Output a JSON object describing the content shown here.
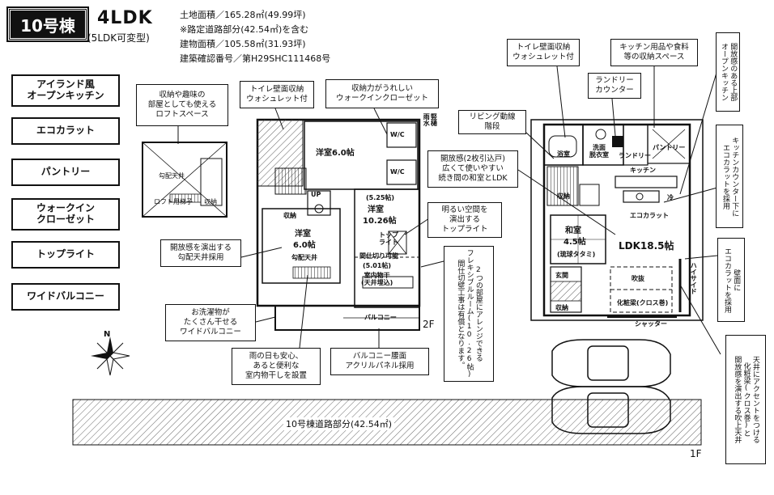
{
  "header": {
    "lot_badge": "10号棟",
    "layout_type": "4LDK",
    "layout_variant": "(5LDK可変型)",
    "land_area": "土地面積／165.28㎡(49.99坪)",
    "setback_note": "※路定道路部分(42.54㎡)を含む",
    "building_area": "建物面積／105.58㎡(31.93坪)",
    "permit_number": "建築確認番号／第H29SHC111468号"
  },
  "features": [
    "アイランド風\nオープンキッチン",
    "エコカラット",
    "パントリー",
    "ウォークイン\nクローゼット",
    "トップライト",
    "ワイドバルコニー"
  ],
  "callouts_2f": {
    "loft_note": "収納や趣味の\n部屋としても使える\nロフトスペース",
    "toilet_2f": "トイレ壁面収納\nウォシュレット付",
    "wic_note": "収納力がうれしい\nウォークインクローゼット",
    "skylight_note": "明るい空間を\n演出する\nトップライト",
    "ceiling_note": "開放感を演出する\n勾配天井採用",
    "balcony_note": "お洗濯物が\nたくさん干せる\nワイドバルコニー",
    "rain_note": "雨の日も安心、\nあると便利な\n室内物干しを設置",
    "balcony_panel": "バルコニー腰面\nアクリルパネル採用",
    "flex_room": "2つの部屋にアレンジできる\nフレキシブルルーム(10.26帖)\n間仕切壁工事は有償となります。"
  },
  "callouts_1f": {
    "toilet_1f": "トイレ壁面収納\nウォシュレット付",
    "kitchen_storage": "キッチン用品や食料\n等の収納スペース",
    "laundry_counter": "ランドリー\nカウンター",
    "living_stairs": "リビング動線\n階段",
    "open_washitsu": "開放感(2枚引込戸)\n広くて使いやすい\n続き間の和室とLDK",
    "open_kitchen": "開放感のある上部\nオープンキッチン",
    "kitchen_eco": "キッチンカウンター下に\nエコカラットを採用",
    "wall_eco": "壁面に\nエコカラットを採用",
    "accent_ceiling": "天井にアクセントをつける\n化粧梁(クロス巻)と\n開放感を演出する吹上天井"
  },
  "loft": {
    "ceiling": "勾配天井",
    "hatch": "ロフト用梯子",
    "storage": "収納"
  },
  "floor2": {
    "western_a": "洋室6.0帖",
    "wic_a": "W/C",
    "wic_b": "W/C",
    "hall": "UP",
    "storage": "収納",
    "western_b_name": "洋室",
    "western_b_size": "6.0帖",
    "western_b_ceiling": "勾配天井",
    "western_c_name": "洋室",
    "western_c_size": "10.26帖",
    "western_c_alt": "(5.25帖)",
    "partition": "間仕切り可能",
    "partition_alt": "(5.01帖)",
    "skylight": "トップ\nライト",
    "indoor_dryer": "室内物干\n(天井埋込)",
    "balcony": "バルコニー",
    "drain": "竪樋\n雨水",
    "floor_label": "2F"
  },
  "floor1": {
    "bath": "浴室",
    "washroom": "洗面\n脱衣室",
    "laundry": "ランドリー",
    "storage": "収納",
    "pantry": "パントリー",
    "fridge": "冷",
    "kitchen": "キッチン",
    "washitsu_name": "和室",
    "washitsu_size": "4.5帖",
    "washitsu_sub": "(琉球タタミ)",
    "ldk": "LDK18.5帖",
    "entrance": "玄関",
    "entry_storage": "収納",
    "fukinuke": "吹抜",
    "beam": "化粧梁(クロス巻)",
    "highside": "ハイサイド",
    "shutter": "シャッター",
    "eco_label": "エコカラット",
    "floor_label": "1F"
  },
  "site": {
    "setback": "10号棟道路部分(42.54㎡)",
    "compass": "N"
  }
}
